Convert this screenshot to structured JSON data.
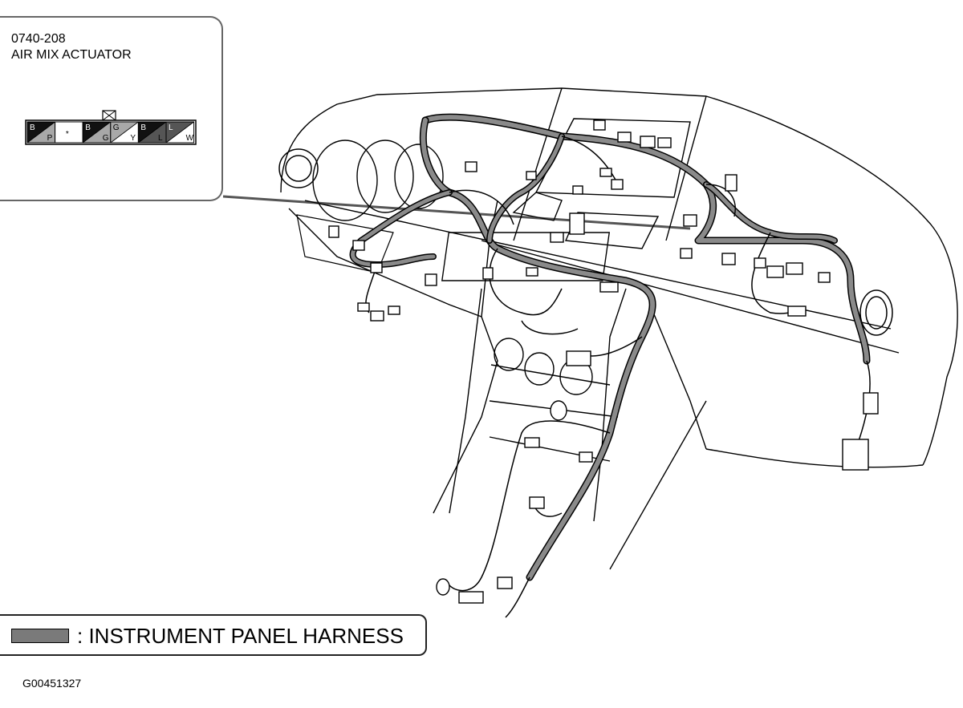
{
  "callout": {
    "code": "0740-208",
    "title": "AIR MIX ACTUATOR",
    "connector_pins": [
      {
        "top": "B",
        "bottom": "P",
        "style": "black-gray"
      },
      {
        "top": "",
        "bottom": "",
        "center": "*",
        "style": "blank"
      },
      {
        "top": "B",
        "bottom": "G",
        "style": "black-gray"
      },
      {
        "top": "G",
        "bottom": "Y",
        "style": "gray-white"
      },
      {
        "top": "B",
        "bottom": "L",
        "style": "black-dark"
      },
      {
        "top": "L",
        "bottom": "W",
        "style": "dark-white"
      }
    ]
  },
  "legend": {
    "label": ": INSTRUMENT PANEL HARNESS",
    "swatch_color": "#7a7a7a"
  },
  "figure_id": "G00451327",
  "colors": {
    "harness": "#6e6e6e",
    "line": "#000000",
    "pin_black": "#111111",
    "pin_gray": "#a8a8a8",
    "pin_dark": "#555555"
  }
}
